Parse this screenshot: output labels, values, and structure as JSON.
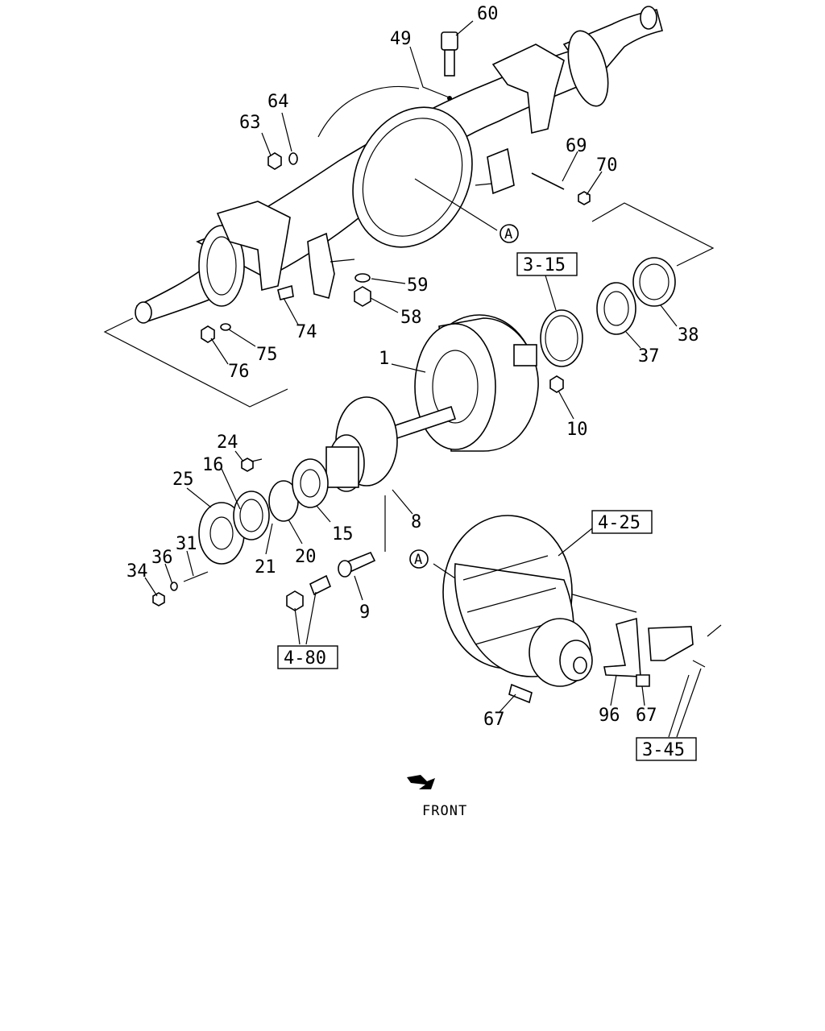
{
  "diagram": {
    "part_numbers": [
      "60",
      "49",
      "64",
      "63",
      "69",
      "70",
      "59",
      "58",
      "74",
      "75",
      "76",
      "38",
      "37",
      "1",
      "10",
      "24",
      "16",
      "25",
      "31",
      "36",
      "34",
      "21",
      "20",
      "15",
      "8",
      "9",
      "67",
      "96",
      "67"
    ],
    "reference_codes": [
      "3-15",
      "4-25",
      "4-80",
      "3-45"
    ],
    "circle_markers": [
      "A",
      "A"
    ],
    "front_label": "FRONT"
  }
}
